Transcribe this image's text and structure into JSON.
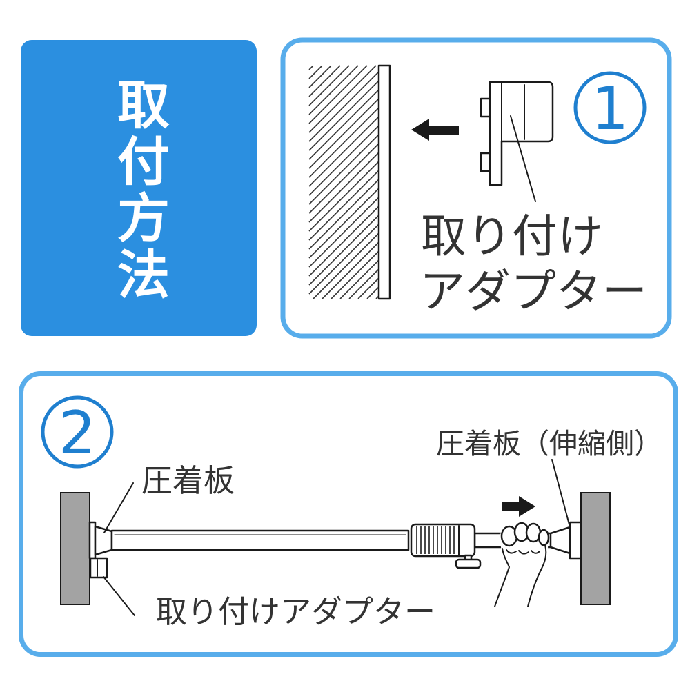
{
  "title": "取付方法",
  "colors": {
    "accent": "#2b8fe0",
    "panel_border": "#58adeb",
    "number": "#1f7fcf",
    "text": "#333333",
    "wall": "#a3a3a3"
  },
  "step1": {
    "number": "1",
    "label": [
      "取り付け",
      "アダプター"
    ],
    "arrow_icon": "arrow-left-icon"
  },
  "step2": {
    "number": "2",
    "label_plate_telescopic": "圧着板（伸縮側）",
    "label_plate": "圧着板",
    "label_adapter": "取り付けアダプター",
    "arrow_icon": "arrow-right-icon"
  }
}
